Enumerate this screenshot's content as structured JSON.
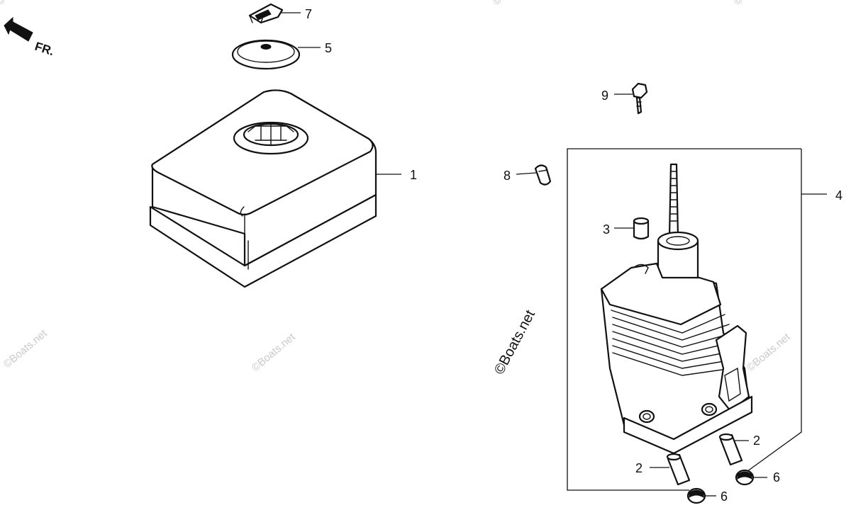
{
  "direction_label": "FR.",
  "watermark_main": "©Boats.net",
  "watermarks": [
    "©Boats.net",
    "©Boats.net",
    "©Boats.net",
    "©Boats.net",
    "©Boats.net",
    "©Boats.net"
  ],
  "callouts": {
    "c1": "1",
    "c2a": "2",
    "c2b": "2",
    "c3": "3",
    "c4": "4",
    "c5": "5",
    "c6a": "6",
    "c6b": "6",
    "c7": "7",
    "c8": "8",
    "c9": "9"
  }
}
